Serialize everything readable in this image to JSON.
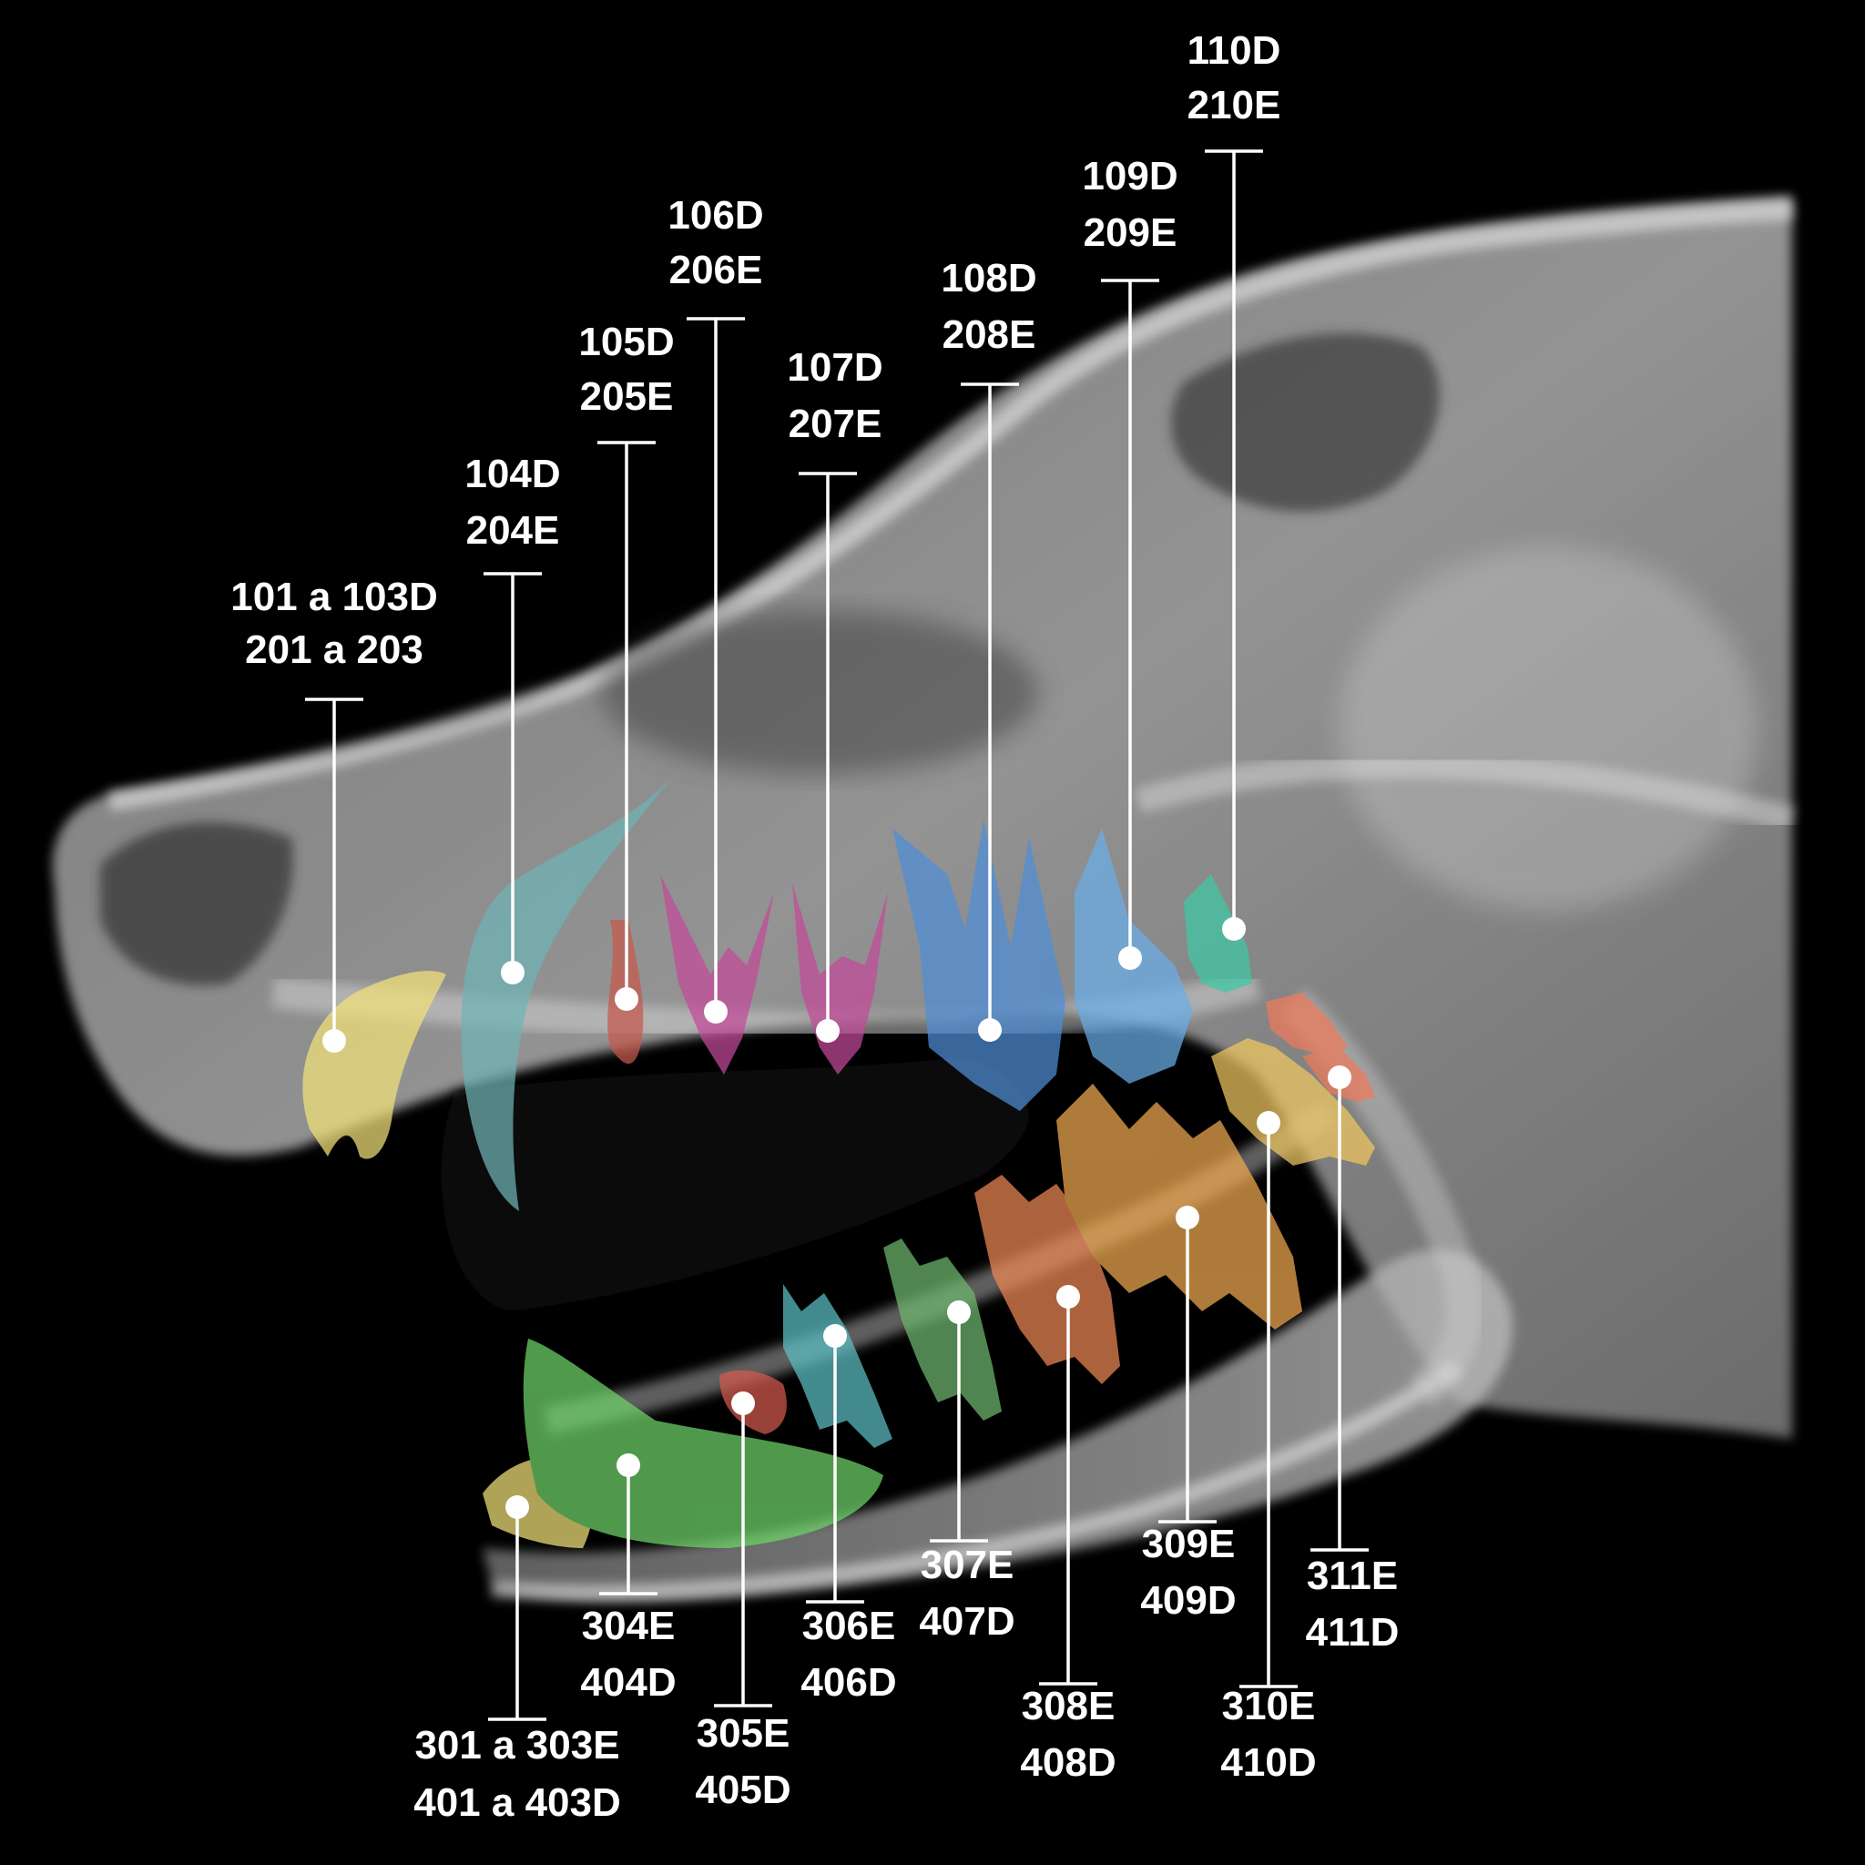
{
  "colors": {
    "background": "#000000",
    "label": "#ffffff",
    "incisor_upper": "#f3e27a",
    "canine_upper": "#6fb3b5",
    "premolar_upper_1": "#c65a4e",
    "premolar_upper_2": "#c34a9a",
    "premolar_upper_3": "#c34a9a",
    "carnassial_upper": "#4f8fd8",
    "molar_upper_1": "#6aaee8",
    "molar_upper_2": "#3ec9a6",
    "incisor_lower": "#f3e27a",
    "canine_lower": "#6fd56a",
    "premolar_lower_1": "#d55a4e",
    "premolar_lower_2": "#5dc0c6",
    "premolar_lower_3": "#6fb86f",
    "premolar_lower_4": "#ef8a55",
    "carnassial_lower": "#f2aa50",
    "molar_lower_2": "#f0c860",
    "molar_lower_3": "#ef7a5a"
  },
  "labels": [
    {
      "id": "101-103",
      "line1": "101 a 103D",
      "line2": "201 a 203"
    },
    {
      "id": "104",
      "line1": "104D",
      "line2": "204E"
    },
    {
      "id": "105",
      "line1": "105D",
      "line2": "205E"
    },
    {
      "id": "106",
      "line1": "106D",
      "line2": "206E"
    },
    {
      "id": "107",
      "line1": "107D",
      "line2": "207E"
    },
    {
      "id": "108",
      "line1": "108D",
      "line2": "208E"
    },
    {
      "id": "109",
      "line1": "109D",
      "line2": "209E"
    },
    {
      "id": "110",
      "line1": "110D",
      "line2": "210E"
    },
    {
      "id": "301-303",
      "line1": "301 a 303E",
      "line2": "401 a 403D"
    },
    {
      "id": "304",
      "line1": "304E",
      "line2": "404D"
    },
    {
      "id": "305",
      "line1": "305E",
      "line2": "405D"
    },
    {
      "id": "306",
      "line1": "306E",
      "line2": "406D"
    },
    {
      "id": "307",
      "line1": "307E",
      "line2": "407D"
    },
    {
      "id": "308",
      "line1": "308E",
      "line2": "408D"
    },
    {
      "id": "309",
      "line1": "309E",
      "line2": "409D"
    },
    {
      "id": "310",
      "line1": "310E",
      "line2": "410D"
    },
    {
      "id": "311",
      "line1": "311E",
      "line2": "411D"
    }
  ]
}
